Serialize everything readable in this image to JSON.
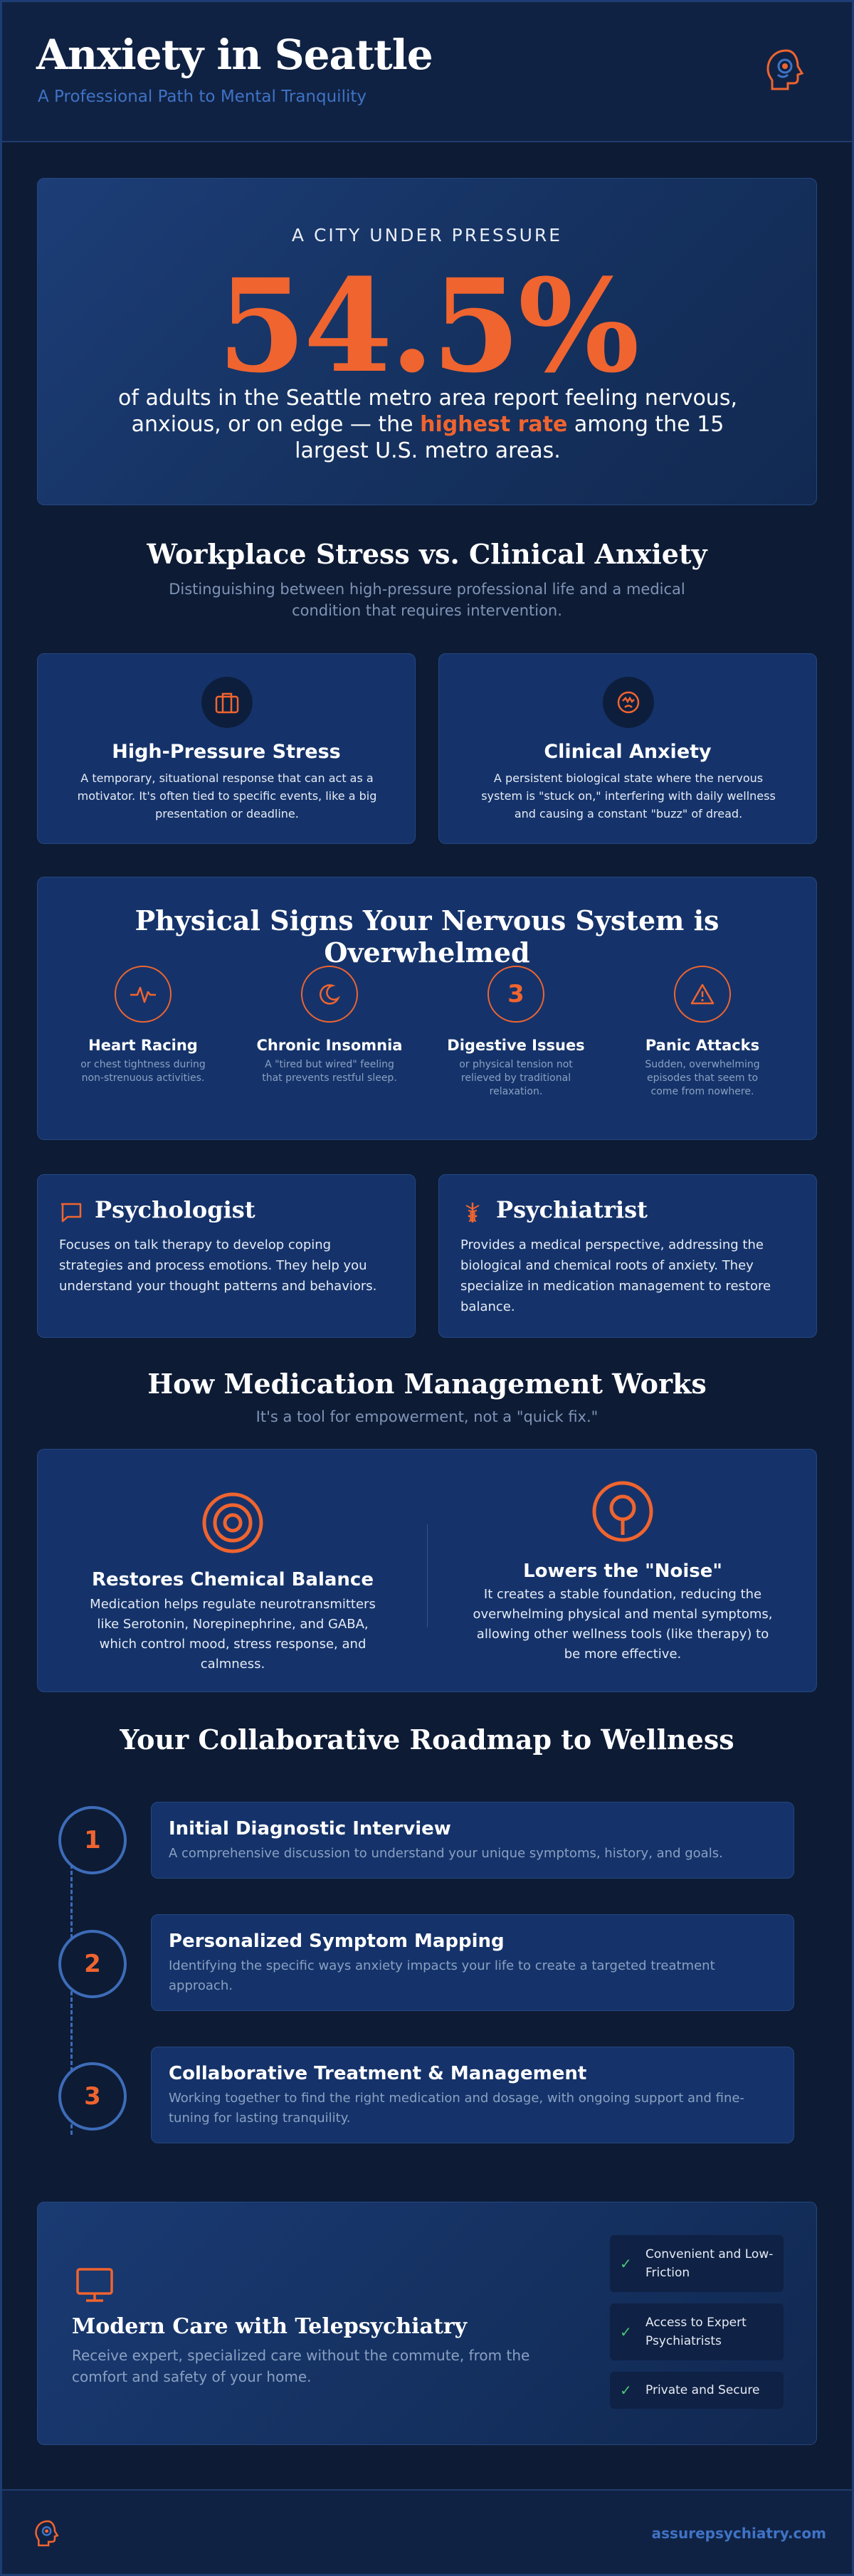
{
  "header": {
    "title": "Anxiety in Seattle",
    "subtitle": "A Professional Path to Mental Tranquility"
  },
  "hero": {
    "kicker": "A CITY UNDER PRESSURE",
    "stat": "54.5%",
    "desc_before": "of adults in the Seattle metro area report feeling nervous, anxious, or on edge — the ",
    "desc_highlight": "highest rate",
    "desc_after": " among the 15 largest U.S. metro areas."
  },
  "comparison": {
    "title": "Workplace Stress vs. Clinical Anxiety",
    "subtitle": "Distinguishing between high-pressure professional life and a medical condition that requires intervention.",
    "cards": [
      {
        "icon": "briefcase-icon",
        "title": "High-Pressure Stress",
        "text": "A temporary, situational response that can act as a motivator. It's often tied to specific events, like a big presentation or deadline."
      },
      {
        "icon": "stressed-face-icon",
        "title": "Clinical Anxiety",
        "text": "A persistent biological state where the nervous system is \"stuck on,\" interfering with daily wellness and causing a constant \"buzz\" of dread."
      }
    ]
  },
  "signs": {
    "title": "Physical Signs Your Nervous System is Overwhelmed",
    "items": [
      {
        "icon": "heartbeat-icon",
        "title": "Heart Racing",
        "text": "or chest tightness during non-strenuous activities."
      },
      {
        "icon": "moon-icon",
        "title": "Chronic Insomnia",
        "text": "A \"tired but wired\" feeling that prevents restful sleep."
      },
      {
        "icon": "number-icon",
        "number": "3",
        "title": "Digestive Issues",
        "text": "or physical tension not relieved by traditional relaxation."
      },
      {
        "icon": "warning-icon",
        "title": "Panic Attacks",
        "text": "Sudden, overwhelming episodes that seem to come from nowhere."
      }
    ]
  },
  "professionals": [
    {
      "icon": "chat-icon",
      "title": "Psychologist",
      "text": "Focuses on talk therapy to develop coping strategies and process emotions. They help you understand your thought patterns and behaviors."
    },
    {
      "icon": "caduceus-icon",
      "title": "Psychiatrist",
      "text": "Provides a medical perspective, addressing the biological and chemical roots of anxiety. They specialize in medication management to restore balance."
    }
  ],
  "medication": {
    "title": "How Medication Management Works",
    "subtitle": "It's a tool for empowerment, not a \"quick fix.\"",
    "items": [
      {
        "icon": "target-icon",
        "title": "Restores Chemical Balance",
        "text": "Medication helps regulate neurotransmitters like Serotonin, Norepinephrine, and GABA, which control mood, stress response, and calmness."
      },
      {
        "icon": "pin-icon",
        "title": "Lowers the \"Noise\"",
        "text": "It creates a stable foundation, reducing the overwhelming physical and mental symptoms, allowing other wellness tools (like therapy) to be more effective."
      }
    ]
  },
  "roadmap": {
    "title": "Your Collaborative Roadmap to Wellness",
    "steps": [
      {
        "number": "1",
        "title": "Initial Diagnostic Interview",
        "text": "A comprehensive discussion to understand your unique symptoms, history, and goals."
      },
      {
        "number": "2",
        "title": "Personalized Symptom Mapping",
        "text": "Identifying the specific ways anxiety impacts your life to create a targeted treatment approach."
      },
      {
        "number": "3",
        "title": "Collaborative Treatment & Management",
        "text": "Working together to find the right medication and dosage, with ongoing support and fine-tuning for lasting tranquility."
      }
    ]
  },
  "telepsychiatry": {
    "icon": "monitor-icon",
    "title": "Modern Care with Telepsychiatry",
    "text": "Receive expert, specialized care without the commute, from the comfort and safety of your home.",
    "features": [
      "Convenient and Low-Friction",
      "Access to Expert Psychiatrists",
      "Private and Secure"
    ]
  },
  "footer": {
    "url": "assurepsychiatry.com"
  },
  "colors": {
    "background": "#0d1b35",
    "card": "#15336a",
    "accent": "#f0642f",
    "blue_accent": "#3f73c6",
    "check": "#4cc57a"
  }
}
